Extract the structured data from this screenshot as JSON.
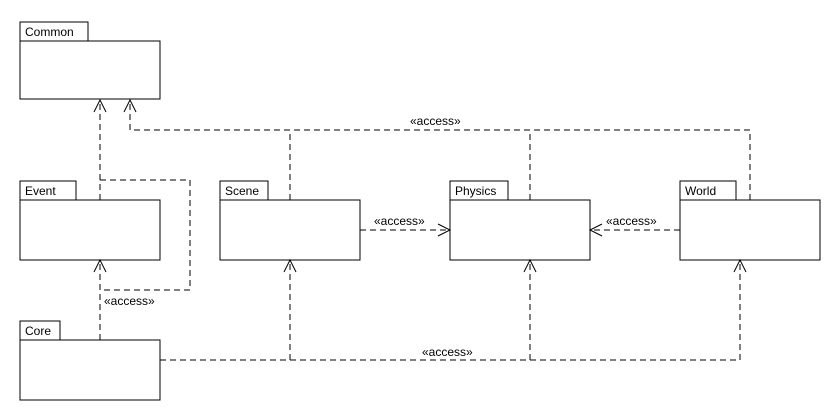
{
  "diagram": {
    "packages": {
      "common": "Common",
      "event": "Event",
      "core": "Core",
      "scene": "Scene",
      "physics": "Physics",
      "world": "World"
    },
    "dependencies": {
      "to_common": "«access»",
      "core_to_event": "«access»",
      "scene_to_physics": "«access»",
      "world_to_physics": "«access»",
      "core_to_scene_physics_world": "«access»"
    },
    "colors": {
      "line": "#000000",
      "background": "#ffffff"
    }
  }
}
